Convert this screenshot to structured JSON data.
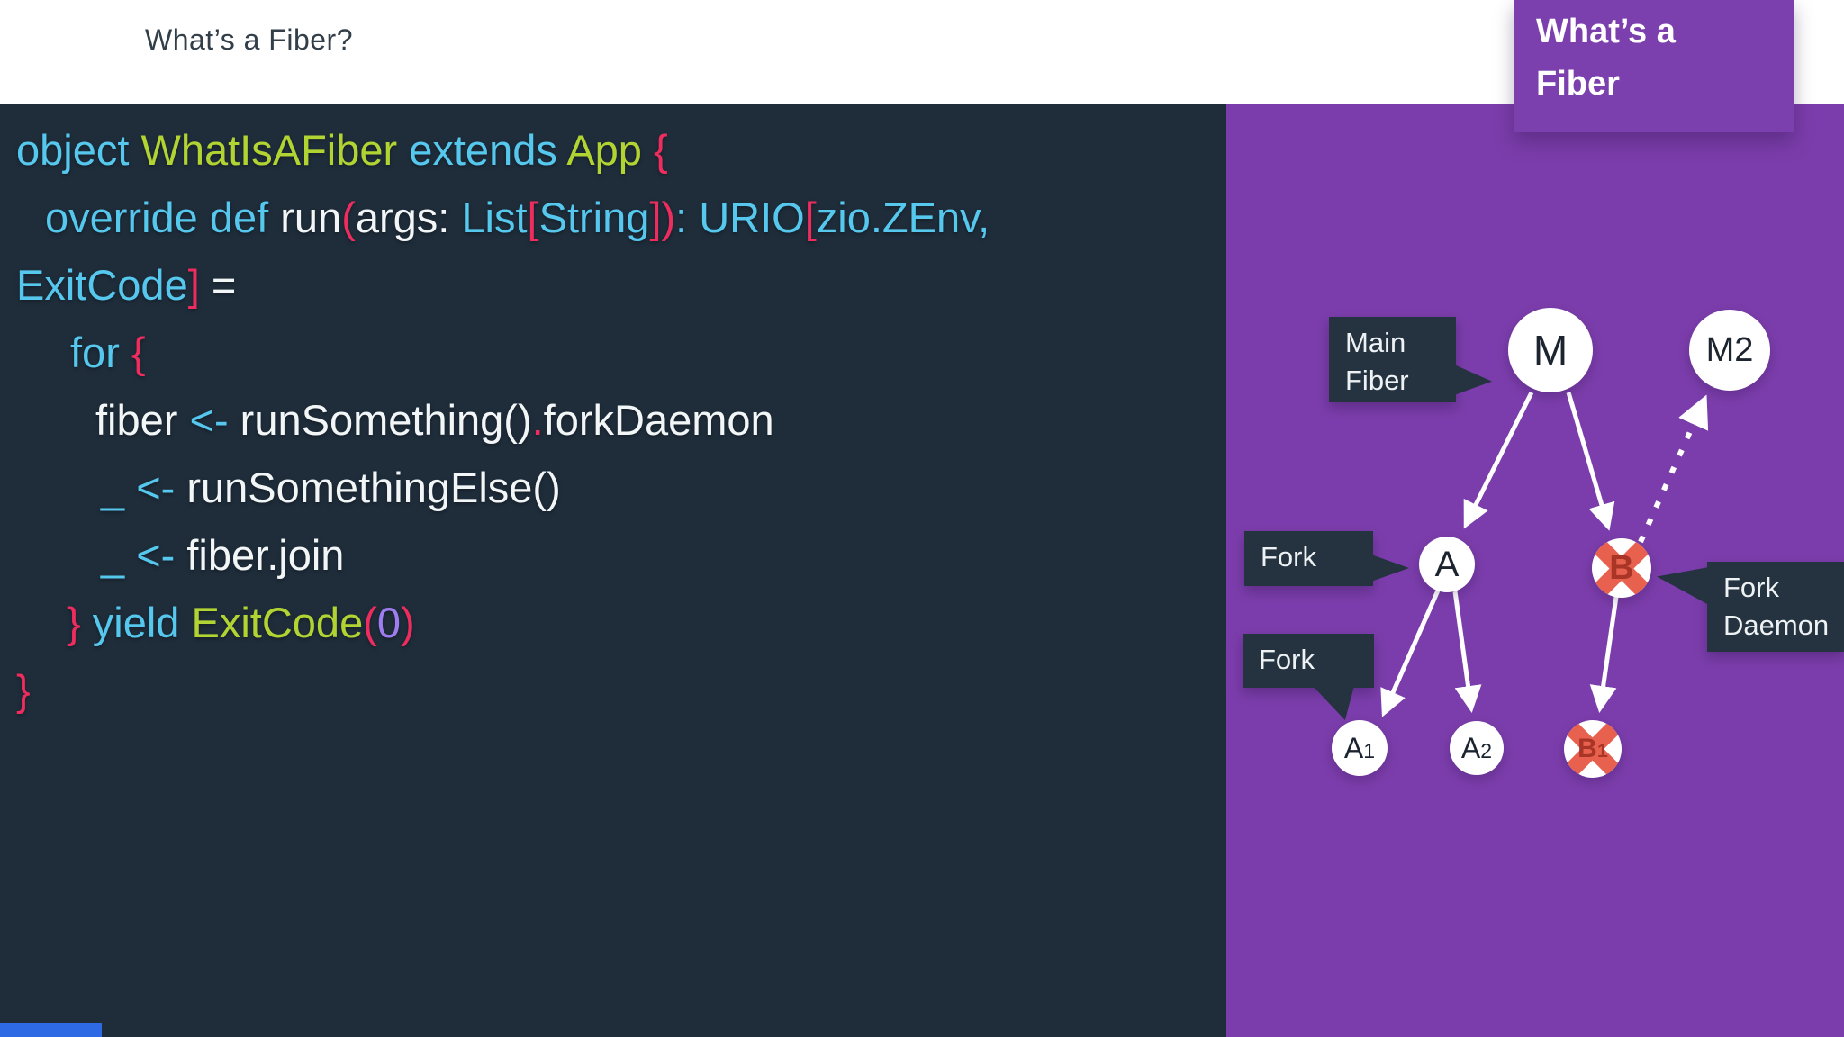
{
  "header": {
    "title": "What’s a Fiber?"
  },
  "title_card": {
    "line1": "What’s a",
    "line2": "Fiber"
  },
  "palette": {
    "code_bg": "#1f2d3b",
    "panel_purple": "#7b3dab",
    "card_purple": "#7c3fae",
    "label_bg": "#24333f",
    "cyan": "#56c8ee",
    "lime": "#b2d433",
    "pink": "#ee2d5e",
    "white": "#f2f6f7",
    "violet": "#9d7df0",
    "coral_x": "#e8614f",
    "node_text": "#1c2430",
    "killed_text": "#a83526",
    "progress_blue": "#2d6ae3"
  },
  "code": {
    "lines": [
      {
        "indent": 0,
        "tokens": [
          [
            "cyan",
            "object "
          ],
          [
            "lime",
            "WhatIsAFiber"
          ],
          [
            "cyan",
            " extends "
          ],
          [
            "lime",
            "App "
          ],
          [
            "pink",
            "{"
          ]
        ]
      },
      {
        "indent": 32,
        "tokens": [
          [
            "cyan",
            "override def "
          ],
          [
            "white",
            "run"
          ],
          [
            "pink",
            "("
          ],
          [
            "white",
            "args: "
          ],
          [
            "cyan",
            "List"
          ],
          [
            "pink",
            "["
          ],
          [
            "cyan",
            "String"
          ],
          [
            "pink",
            "])"
          ],
          [
            "cyan",
            ": URIO"
          ],
          [
            "pink",
            "["
          ],
          [
            "cyan",
            "zio.ZEnv,"
          ]
        ]
      },
      {
        "indent": 0,
        "tokens": [
          [
            "cyan",
            "ExitCode"
          ],
          [
            "pink",
            "]"
          ],
          [
            "white",
            " ="
          ]
        ]
      },
      {
        "indent": 60,
        "tokens": [
          [
            "cyan",
            "for "
          ],
          [
            "pink",
            "{"
          ]
        ]
      },
      {
        "indent": 88,
        "tokens": [
          [
            "white",
            "fiber "
          ],
          [
            "cyan",
            "<- "
          ],
          [
            "white",
            "runSomething()"
          ],
          [
            "pink",
            "."
          ],
          [
            "white",
            "forkDaemon"
          ]
        ]
      },
      {
        "indent": 94,
        "tokens": [
          [
            "cyan",
            "_ <- "
          ],
          [
            "white",
            "runSomethingElse()"
          ]
        ]
      },
      {
        "indent": 94,
        "tokens": [
          [
            "cyan",
            "_ <- "
          ],
          [
            "white",
            "fiber.join"
          ]
        ]
      },
      {
        "indent": 56,
        "tokens": [
          [
            "pink",
            "} "
          ],
          [
            "cyan",
            "yield "
          ],
          [
            "lime",
            "ExitCode"
          ],
          [
            "pink",
            "("
          ],
          [
            "violet",
            "0"
          ],
          [
            "pink",
            ")"
          ]
        ]
      },
      {
        "indent": 0,
        "tokens": [
          [
            "pink",
            "}"
          ]
        ]
      }
    ]
  },
  "diagram": {
    "nodes": {
      "m": {
        "label": "M"
      },
      "m2": {
        "label": "M2"
      },
      "a": {
        "label": "A"
      },
      "b": {
        "label": "B"
      },
      "a1": {
        "label": "A",
        "sub": "1"
      },
      "a2": {
        "label": "A",
        "sub": "2"
      },
      "b1": {
        "label": "B",
        "sub": "1"
      }
    },
    "labels": {
      "main_fiber": {
        "line1": "Main",
        "line2": "Fiber"
      },
      "fork_a": {
        "line1": "Fork"
      },
      "fork_child": {
        "line1": "Fork"
      },
      "fork_daemon": {
        "line1": "Fork",
        "line2": "Daemon"
      }
    }
  }
}
